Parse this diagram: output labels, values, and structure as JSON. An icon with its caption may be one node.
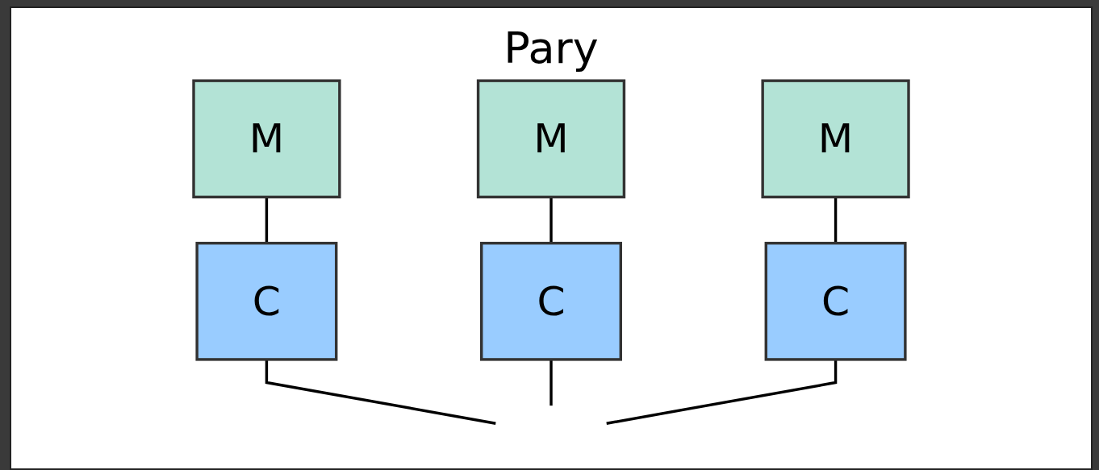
{
  "diagram": {
    "title": "Pary",
    "nodes": [
      {
        "text": [
          "M"
        ]
      },
      {
        "text": [
          "M"
        ]
      },
      {
        "text": [
          "M"
        ]
      },
      {
        "text": [
          "C"
        ]
      },
      {
        "text": [
          "C"
        ]
      },
      {
        "text": [
          "C"
        ]
      }
    ],
    "edges": [
      {
        "from": 0,
        "to": 3,
        "arrow": "none"
      },
      {
        "from": 1,
        "to": 4,
        "arrow": "none"
      },
      {
        "from": 2,
        "to": 5,
        "arrow": "none"
      },
      {
        "from": 3,
        "to": null,
        "arrow": "none"
      },
      {
        "from": 4,
        "to": null,
        "arrow": "none"
      },
      {
        "from": 5,
        "to": null,
        "arrow": "none"
      }
    ]
  }
}
